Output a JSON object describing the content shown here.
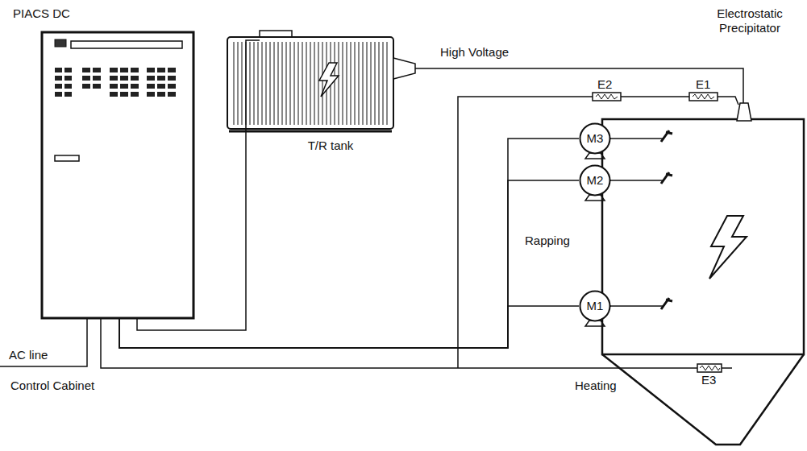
{
  "diagram": {
    "nodes": [
      {
        "text": [
          "PIACS DC"
        ]
      },
      {
        "text": [
          "T/R tank"
        ]
      },
      {
        "text": [
          "Electrostatic Precipitator"
        ]
      },
      {
        "text": [
          "M3"
        ]
      },
      {
        "text": [
          "M2"
        ]
      },
      {
        "text": [
          "M1"
        ]
      }
    ],
    "edges": [
      {
        "from": 0,
        "to": 1,
        "arrow": "none"
      },
      {
        "from": 1,
        "to": 2,
        "label": "High Voltage",
        "arrow": "none"
      },
      {
        "from": 0,
        "to": 3,
        "arrow": "none"
      },
      {
        "from": 0,
        "to": 4,
        "arrow": "none"
      },
      {
        "from": 0,
        "to": 5,
        "arrow": "none"
      },
      {
        "from": 3,
        "to": 2,
        "arrow": "none"
      },
      {
        "from": 4,
        "to": 2,
        "arrow": "none"
      },
      {
        "from": 5,
        "to": 2,
        "arrow": "none"
      }
    ],
    "labels": [
      "E2",
      "E1",
      "Rapping",
      "E3",
      "Heating",
      "AC line",
      "Control Cabinet"
    ]
  }
}
